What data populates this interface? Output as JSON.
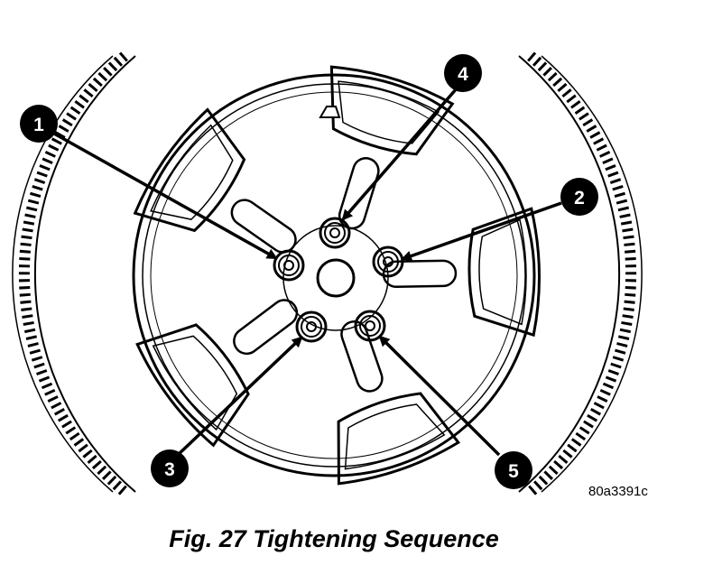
{
  "figure": {
    "drawing_code": "80a3391c",
    "caption": "Fig. 27 Tightening Sequence"
  },
  "sequence": [
    "1",
    "2",
    "3",
    "4",
    "5"
  ],
  "colors": {
    "ink": "#000000",
    "paper": "#ffffff"
  }
}
